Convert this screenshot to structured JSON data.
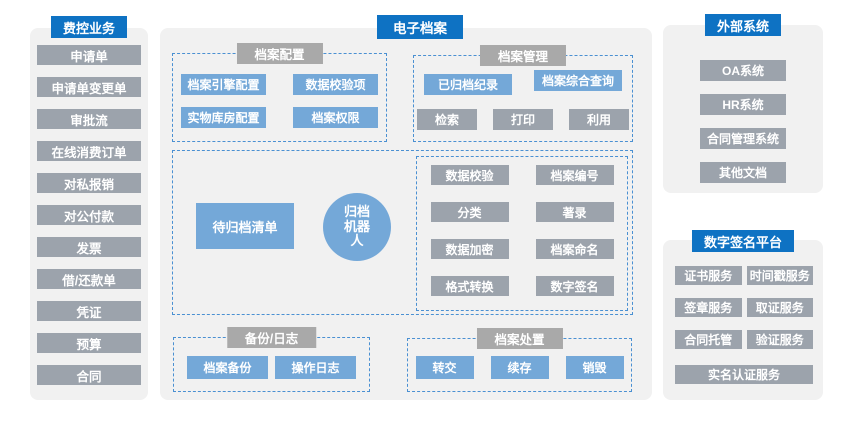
{
  "colors": {
    "header_blue": "#0e72c3",
    "chip_blue": "#74a8d8",
    "chip_gray": "#9ca3ac",
    "section_gray": "#a9a9a9",
    "panel_bg": "#f1f1f1",
    "dashed_border": "#4a90d2"
  },
  "expense_panel": {
    "title": "费控业务",
    "items": [
      "申请单",
      "申请单变更单",
      "审批流",
      "在线消费订单",
      "对私报销",
      "对公付款",
      "发票",
      "借/还款单",
      "凭证",
      "预算",
      "合同"
    ]
  },
  "earchive_panel": {
    "title": "电子档案",
    "config": {
      "title": "档案配置",
      "items": [
        "档案引擎配置",
        "数据校验项",
        "实物库房配置",
        "档案权限"
      ]
    },
    "manage": {
      "title": "档案管理",
      "blue_items": [
        "已归档纪录",
        "档案综合查询"
      ],
      "gray_items": [
        "检索",
        "打印",
        "利用"
      ]
    },
    "workflow": {
      "pending_list": "待归档清单",
      "robot": "归档机器人",
      "robot_lines": [
        "归档",
        "机器",
        "人"
      ],
      "steps": [
        "数据校验",
        "档案编号",
        "分类",
        "著录",
        "数据加密",
        "档案命名",
        "格式转换",
        "数字签名"
      ]
    },
    "backup": {
      "title": "备份/日志",
      "items": [
        "档案备份",
        "操作日志"
      ]
    },
    "disposal": {
      "title": "档案处置",
      "items": [
        "转交",
        "续存",
        "销毁"
      ]
    }
  },
  "external_panel": {
    "title": "外部系统",
    "items": [
      "OA系统",
      "HR系统",
      "合同管理系统",
      "其他文档"
    ]
  },
  "signature_panel": {
    "title": "数字签名平台",
    "rows": [
      [
        "证书服务",
        "时间戳服务"
      ],
      [
        "签章服务",
        "取证服务"
      ],
      [
        "合同托管",
        "验证服务"
      ]
    ],
    "full_item": "实名认证服务"
  }
}
